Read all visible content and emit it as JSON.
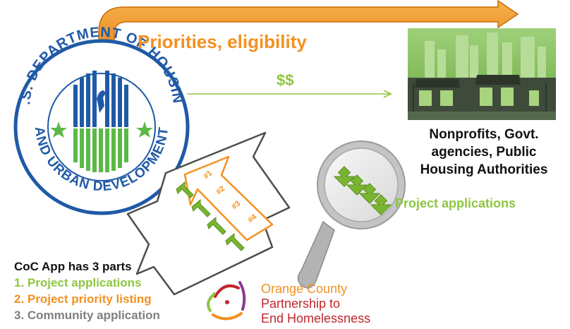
{
  "flow": {
    "priorities_label": "Priorities, eligibility",
    "money_label": "$$"
  },
  "hud_seal": {
    "text_top": "U.S. DEPARTMENT OF HOUSING",
    "text_bottom": "AND URBAN DEVELOPMENT"
  },
  "recipients": {
    "label": "Nonprofits, Govt. agencies, Public Housing Authorities"
  },
  "magnifier": {
    "label": "Project applications"
  },
  "priority_arrow": {
    "ranks": [
      "#1",
      "#2",
      "#3",
      "#4"
    ]
  },
  "coc_app": {
    "heading": "CoC App has 3 parts",
    "parts": [
      "1. Project applications",
      "2. Project priority listing",
      "3. Community application"
    ]
  },
  "logo": {
    "lines": [
      "Orange County",
      "Partnership to",
      "End Homelessness"
    ]
  },
  "colors": {
    "orange": "#f39121",
    "green": "#8dc63f",
    "gray": "#7f7f7f",
    "hud_blue": "#1f5aa6",
    "hud_green": "#5bb946",
    "logo_red": "#c0272d",
    "logo_purple": "#8a3b8f"
  }
}
